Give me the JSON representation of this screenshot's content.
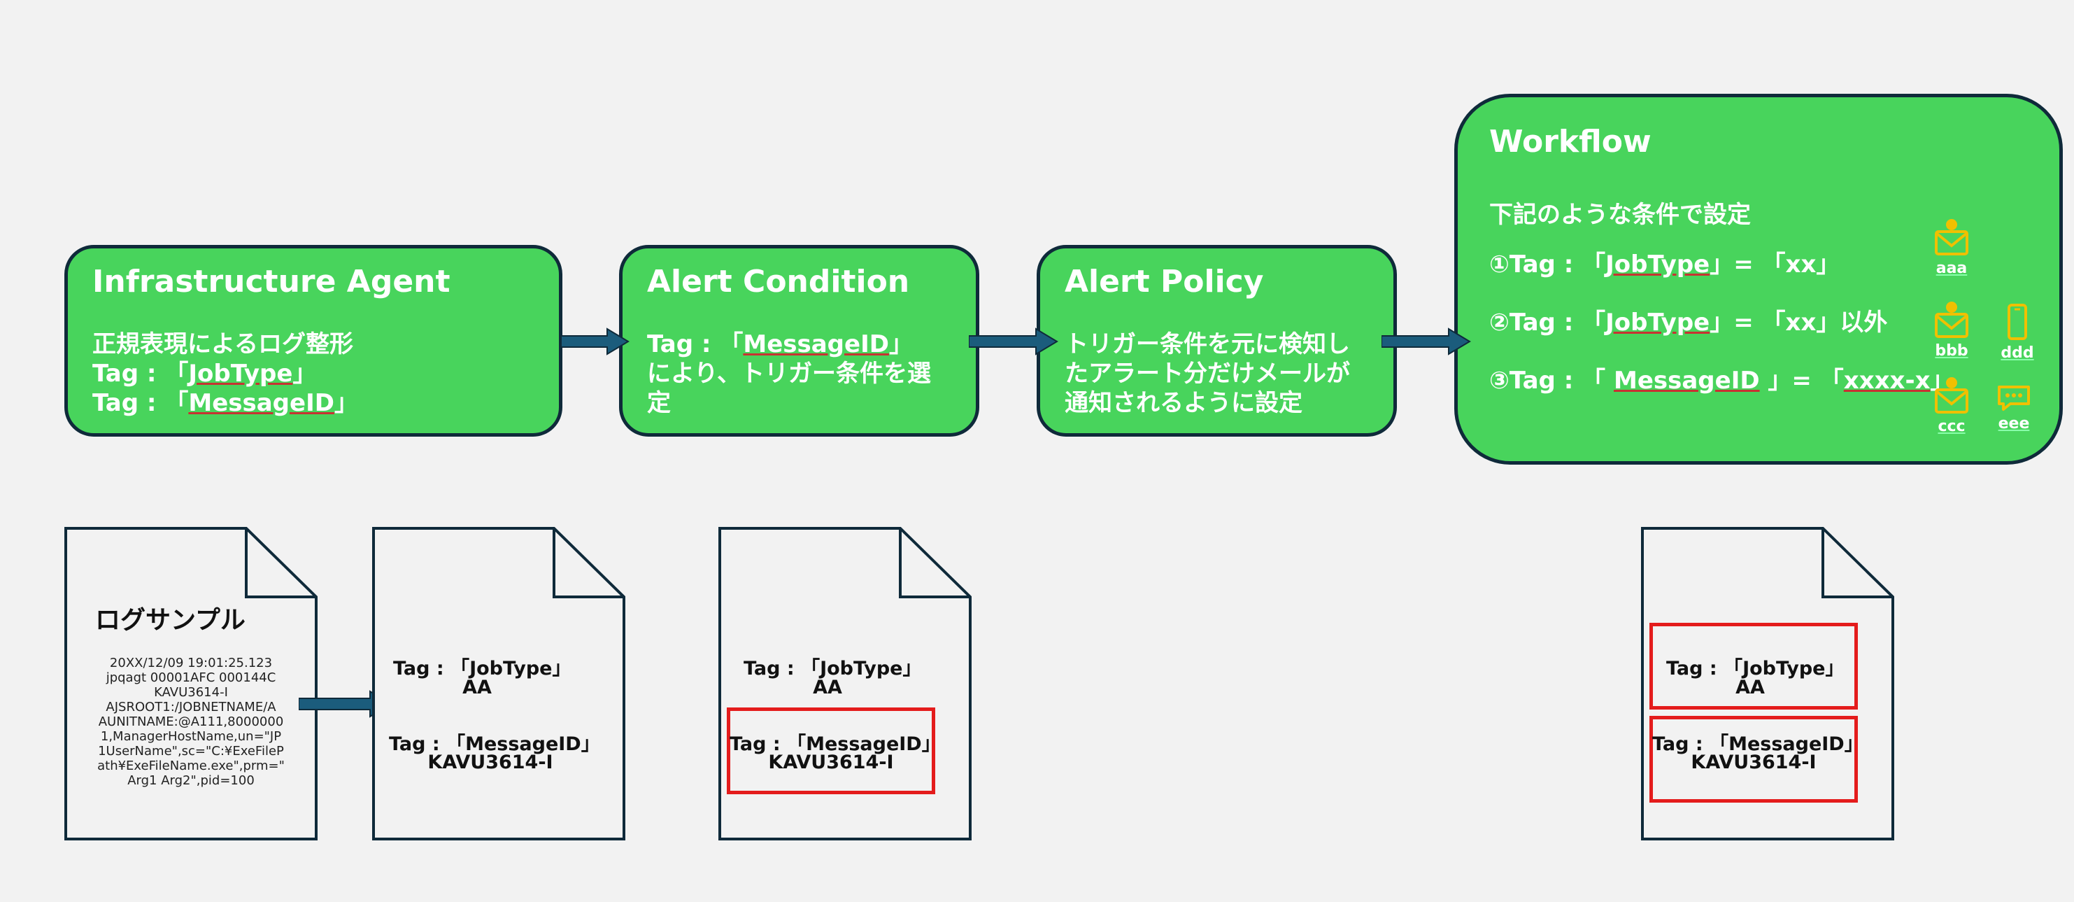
{
  "flow": {
    "infra_agent": {
      "title": "Infrastructure Agent",
      "line1": "正規表現によるログ整形",
      "line2_prefix": "Tag : 「",
      "line2_tag": "JobType",
      "line2_suffix": "」",
      "line3_prefix": "Tag : 「",
      "line3_tag": "MessageID",
      "line3_suffix": "」"
    },
    "alert_condition": {
      "title": "Alert Condition",
      "line1_prefix": "Tag : 「",
      "line1_tag": "MessageID",
      "line1_suffix": "」",
      "line2": "により、トリガー条件を選",
      "line3": "定"
    },
    "alert_policy": {
      "title": "Alert Policy",
      "line1": "トリガー条件を元に検知し",
      "line2": "たアラート分だけメールが",
      "line3": "通知されるように設定"
    },
    "workflow": {
      "title": "Workflow",
      "subtitle": "下記のような条件で設定",
      "cond1_prefix": "①Tag : 「",
      "cond1_tag": "JobType",
      "cond1_suffix": "」= 「xx」",
      "cond2_prefix": "②Tag : 「",
      "cond2_tag": "JobType",
      "cond2_suffix": "」= 「xx」以外",
      "cond3_prefix": "③Tag : 「 ",
      "cond3_tag": "MessageID",
      "cond3_mid": " 」= 「",
      "cond3_value": "xxxx-x",
      "cond3_suffix": "」",
      "recipients": {
        "aaa": "aaa",
        "bbb": "bbb",
        "ccc": "ccc",
        "ddd": "ddd",
        "eee": "eee"
      }
    }
  },
  "docs": {
    "log_sample": {
      "title": "ログサンプル",
      "lines": [
        "20XX/12/09 19:01:25.123",
        "jpqagt 00001AFC 000144C",
        "KAVU3614-I",
        "AJSROOT1:/JOBNETNAME/A",
        "AUNITNAME:@A111,8000000",
        "1,ManagerHostName,un=\"JP",
        "1UserName\",sc=\"C:¥ExeFileP",
        "ath¥ExeFileName.exe\",prm=\"",
        "Arg1 Arg2\",pid=100"
      ]
    },
    "parsed": {
      "jobtype_label": "Tag : 「JobType」",
      "jobtype_value": "AA",
      "messageid_label": "Tag : 「MessageID」",
      "messageid_value": "KAVU3614-I"
    },
    "condition_doc": {
      "jobtype_label": "Tag : 「JobType」",
      "jobtype_value": "AA",
      "messageid_label": "Tag : 「MessageID」",
      "messageid_value": "KAVU3614-I"
    },
    "workflow_doc": {
      "jobtype_label": "Tag : 「JobType」",
      "jobtype_value": "AA",
      "messageid_label": "Tag : 「MessageID」",
      "messageid_value": "KAVU3614-I"
    }
  },
  "colors": {
    "box_fill": "#48d45c",
    "box_border": "#0f2a3a",
    "arrow_fill": "#1b5c7c",
    "highlight": "#e41c1c",
    "icon": "#f0c000"
  }
}
